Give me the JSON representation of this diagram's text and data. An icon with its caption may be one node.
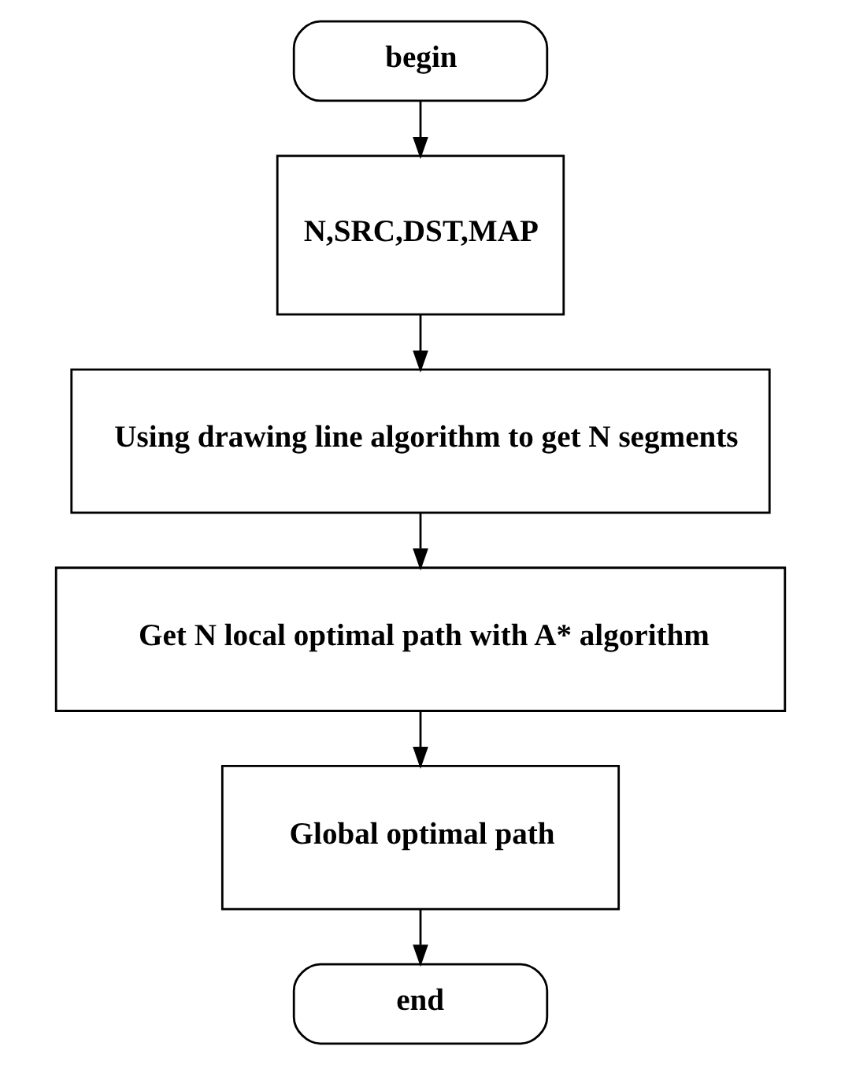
{
  "diagram": {
    "nodes": [
      {
        "text": [
          "begin"
        ]
      },
      {
        "text": [
          "N,SRC,DST,MAP"
        ]
      },
      {
        "text": [
          "Using drawing line algorithm to get N segments"
        ]
      },
      {
        "text": [
          "Get N local optimal path with A* algorithm"
        ]
      },
      {
        "text": [
          "Global optimal path"
        ]
      },
      {
        "text": [
          "end"
        ]
      }
    ],
    "edges": [
      {
        "from": 0,
        "to": 1,
        "arrow": "to"
      },
      {
        "from": 1,
        "to": 2,
        "arrow": "to"
      },
      {
        "from": 2,
        "to": 3,
        "arrow": "to"
      },
      {
        "from": 3,
        "to": 4,
        "arrow": "to"
      },
      {
        "from": 4,
        "to": 5,
        "arrow": "to"
      }
    ]
  }
}
